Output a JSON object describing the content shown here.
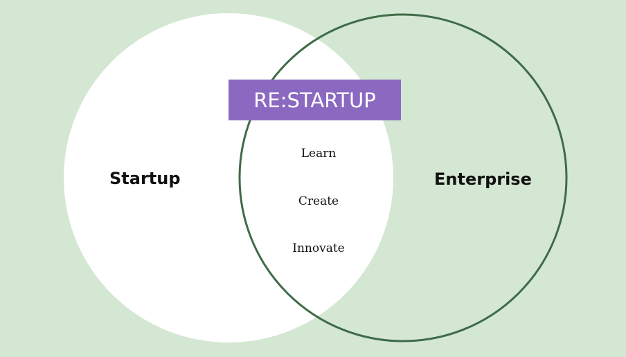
{
  "badge": {
    "text": "RE:STARTUP"
  },
  "circles": {
    "left": {
      "label": "Startup"
    },
    "right": {
      "label": "Enterprise"
    }
  },
  "overlap": {
    "items": [
      "Learn",
      "Create",
      "Innovate"
    ]
  },
  "colors": {
    "background": "#d4e7d2",
    "left_circle_fill": "#ffffff",
    "right_circle_stroke": "#3f6b48",
    "badge_fill": "#8b69c1",
    "badge_text": "#ffffff",
    "label_text": "#111111"
  }
}
